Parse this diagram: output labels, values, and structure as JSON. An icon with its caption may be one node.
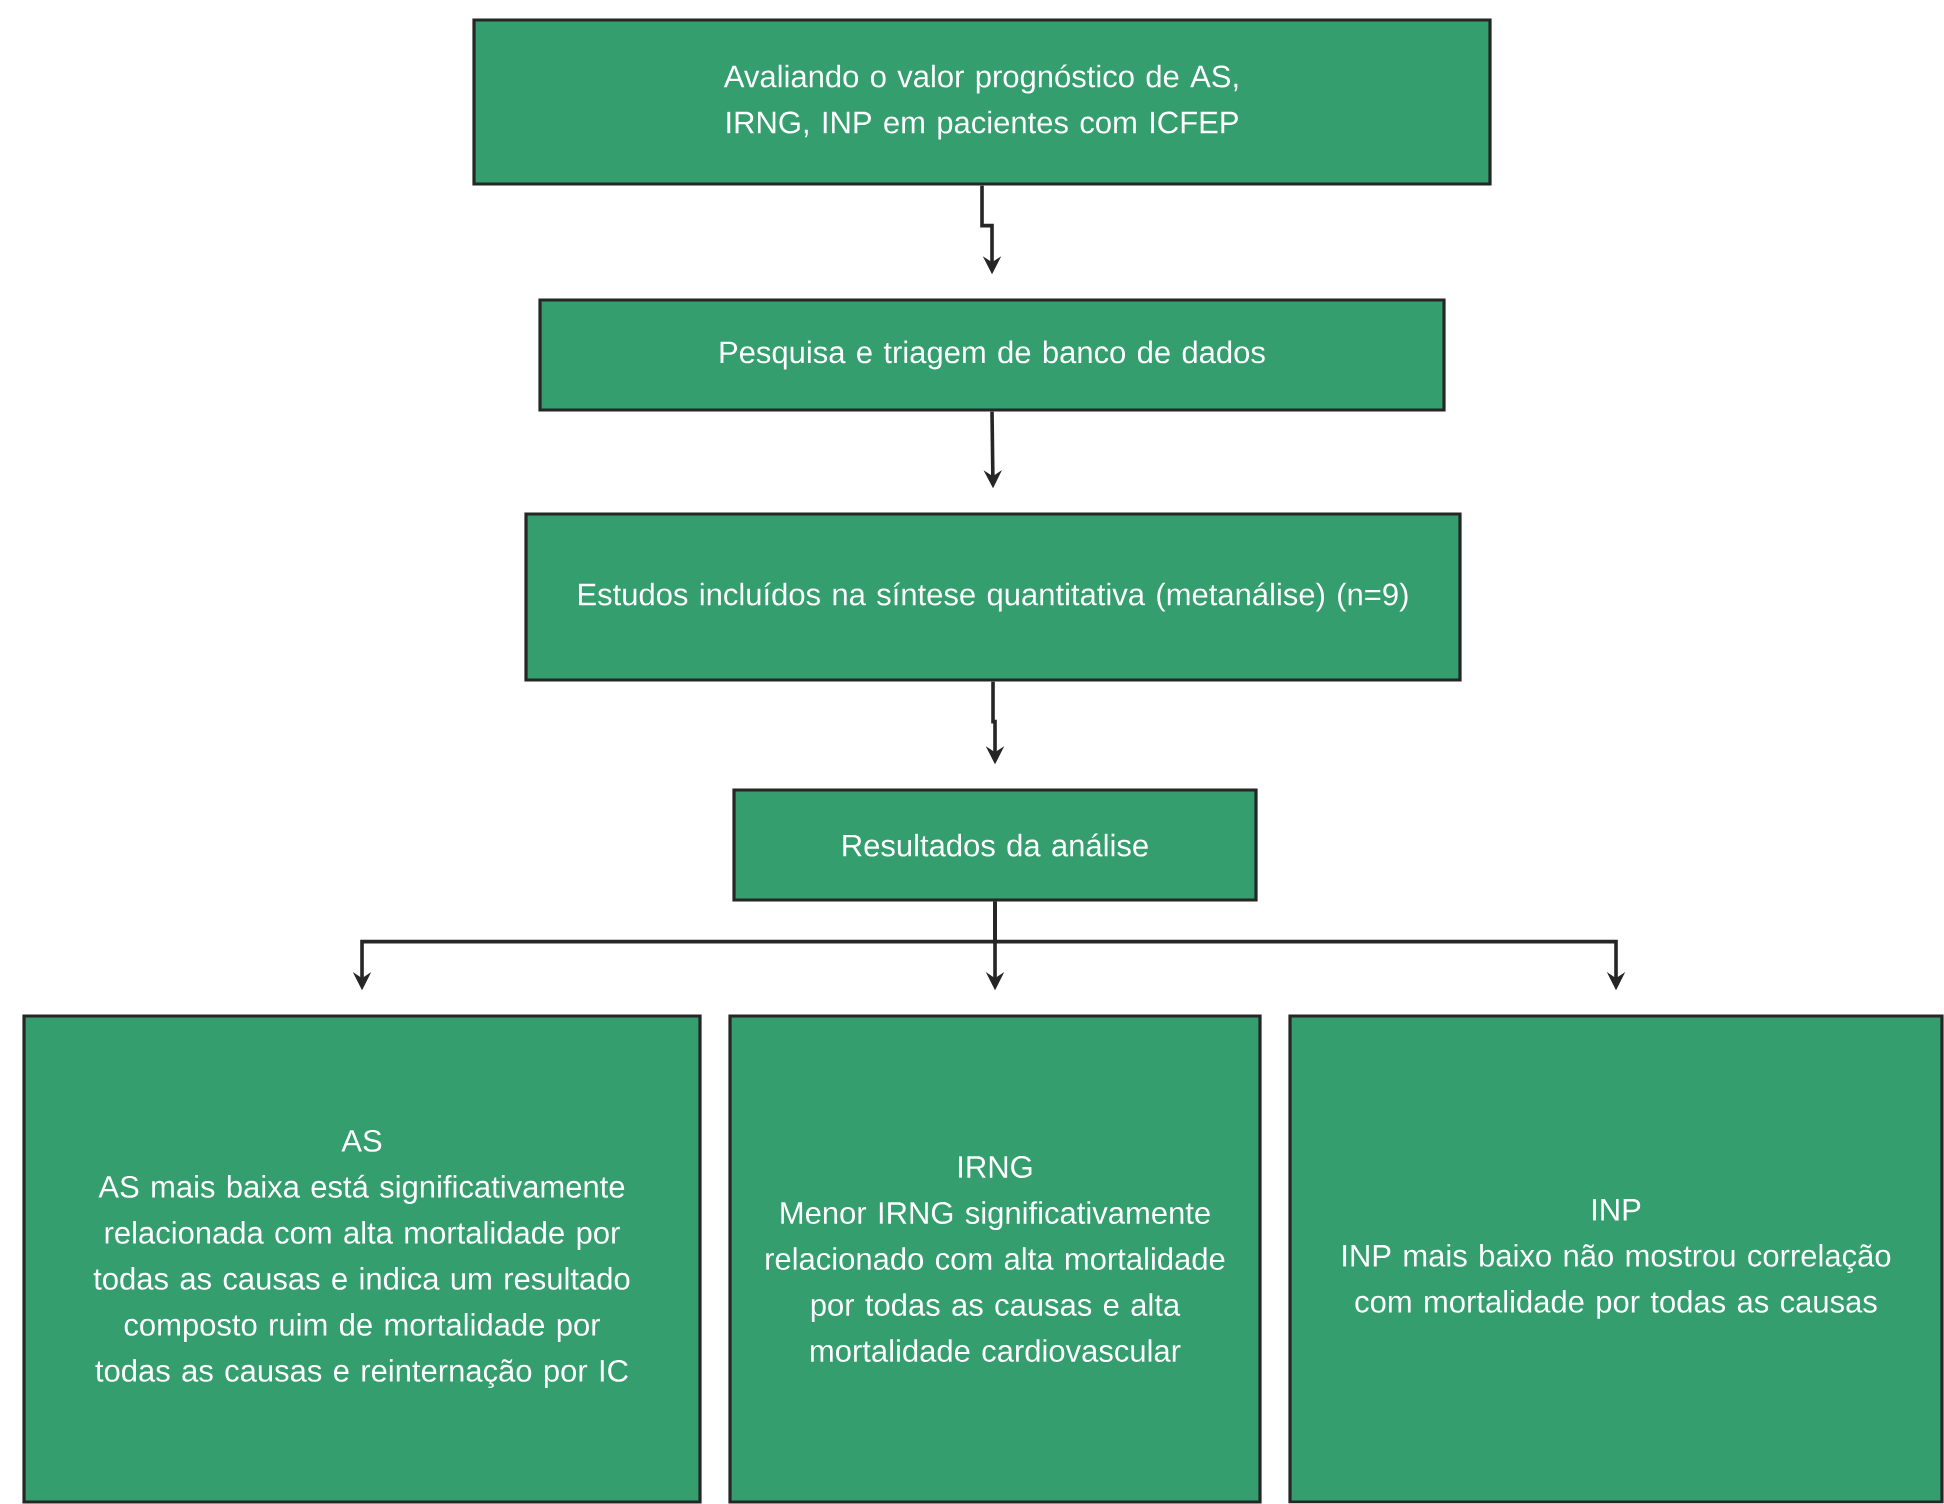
{
  "diagram": {
    "nodes": [
      {
        "text": [
          "Avaliando o valor prognóstico de AS, IRNG, INP em pacientes com ICFEP"
        ]
      },
      {
        "text": [
          "Pesquisa e triagem de banco de dados"
        ]
      },
      {
        "text": [
          "Estudos incluídos na síntese quantitativa (metanálise) (n=9)"
        ]
      },
      {
        "text": [
          "Resultados da análise"
        ]
      },
      {
        "text": [
          "AS",
          "AS mais baixa está significativamente relacionada com alta mortalidade por todas as causas e indica um resultado composto ruim de mortalidade por todas as causas e reinternação por IC"
        ]
      },
      {
        "text": [
          "IRNG",
          "Menor IRNG significativamente relacionado com alta mortalidade por todas as causas e alta mortalidade cardiovascular"
        ]
      },
      {
        "text": [
          "INP",
          "INP mais baixo não mostrou correlação com mortalidade por todas as causas"
        ]
      }
    ],
    "edges": [
      {
        "from": 0,
        "to": 1,
        "arrow": "to"
      },
      {
        "from": 1,
        "to": 2,
        "arrow": "to"
      },
      {
        "from": 2,
        "to": 3,
        "arrow": "to"
      },
      {
        "from": 3,
        "to": 4,
        "arrow": "to"
      },
      {
        "from": 3,
        "to": 5,
        "arrow": "to"
      },
      {
        "from": 3,
        "to": 6,
        "arrow": "to"
      }
    ]
  }
}
